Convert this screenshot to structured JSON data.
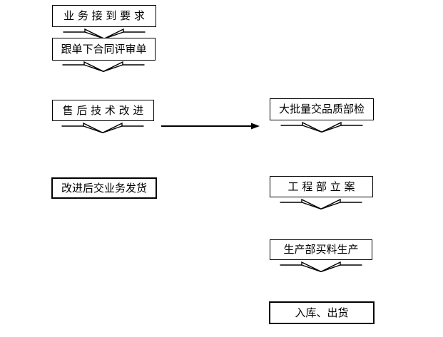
{
  "diagram": {
    "type": "flowchart",
    "colors": {
      "background": "#ffffff",
      "line": "#000000",
      "text": "#000000"
    },
    "boxes": {
      "receive_request": {
        "label": "业 务 接 到 要 求"
      },
      "contract_review": {
        "label": "跟单下合同评审单"
      },
      "after_sales_improvement": {
        "label": "售 后 技 术 改 进"
      },
      "mass_delivery_qc": {
        "label": "大批量交品质部检"
      },
      "improved_delivery": {
        "label": "改进后交业务发货"
      },
      "engineering_filing": {
        "label": "工 程 部 立 案"
      },
      "production_purchase": {
        "label": "生产部买料生产"
      },
      "warehouse_ship": {
        "label": "入库、出货"
      }
    },
    "connectors": {
      "down_arrow": "hollow-chevron-down",
      "cross_link": "solid-right-arrow"
    }
  }
}
